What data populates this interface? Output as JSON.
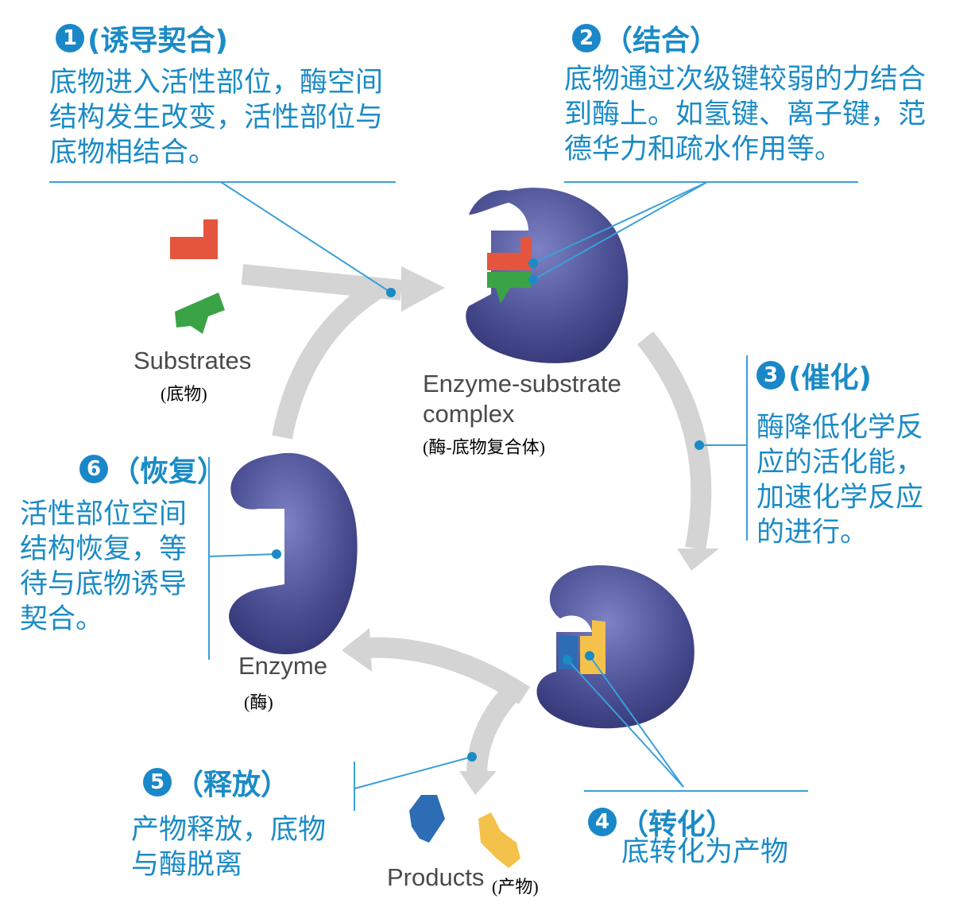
{
  "steps": [
    {
      "number": "1",
      "title": "(诱导契合)",
      "description": "底物进入活性部位，酶空间结构发生改变，活性部位与底物相结合。"
    },
    {
      "number": "2",
      "title": "（结合）",
      "description": "底物通过次级键较弱的力结合到酶上。如氢键、离子键，范德华力和疏水作用等。"
    },
    {
      "number": "3",
      "title": "(催化)",
      "description": "酶降低化学反应的活化能，加速化学反应的进行。"
    },
    {
      "number": "4",
      "title": "（转化）",
      "description": "底转化为产物"
    },
    {
      "number": "5",
      "title": "（释放）",
      "description": "产物释放，底物与酶脱离"
    },
    {
      "number": "6",
      "title": "（恢复）",
      "description": "活性部位空间结构恢复，等待与底物诱导契合。"
    }
  ],
  "labels": {
    "substrates": {
      "en": "Substrates",
      "cn": "(底物)"
    },
    "complex": {
      "en_line1": "Enzyme-substrate",
      "en_line2": "complex",
      "cn": "(酶-底物复合体)"
    },
    "enzyme": {
      "en": "Enzyme",
      "cn": "(酶)"
    },
    "products": {
      "en": "Products",
      "cn": "(产物)"
    }
  },
  "colors": {
    "accent": "#1b8bc6",
    "enzyme": "#4b4f8f",
    "substrate_red": "#e5553e",
    "substrate_green": "#3aa346",
    "product_blue": "#2c6db5",
    "product_yellow": "#f4c24a",
    "cycle_arrow": "#d3d3d3"
  }
}
